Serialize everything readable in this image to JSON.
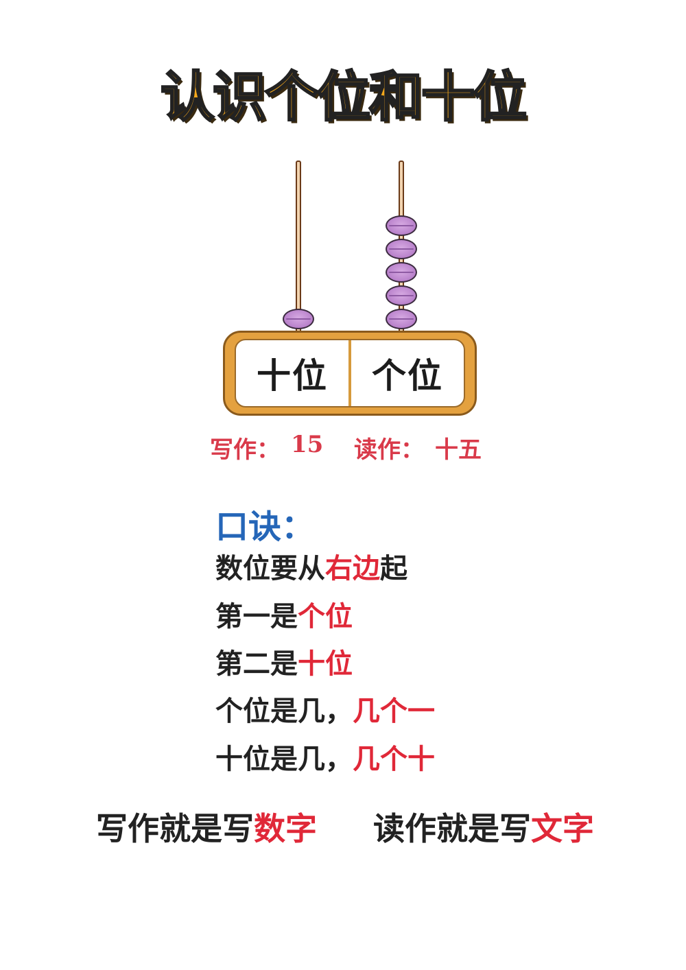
{
  "title": "认识个位和十位",
  "abacus": {
    "tens_beads": 1,
    "ones_beads": 5,
    "bead_color": "#c493d6",
    "rod_color": "#f2d4b0",
    "frame_color": "#e4a13f"
  },
  "place_labels": {
    "tens": "十位",
    "ones": "个位"
  },
  "write_as": {
    "label": "写作：",
    "value": "15"
  },
  "read_as": {
    "label": "读作：",
    "value": "十五"
  },
  "koujue_title": "口诀：",
  "rhymes": [
    {
      "plain": "数位要从",
      "red": "右边",
      "tail": "起"
    },
    {
      "plain": "第一是",
      "red": "个位",
      "tail": ""
    },
    {
      "plain": "第二是",
      "red": "十位",
      "tail": ""
    },
    {
      "plain": "个位是几，",
      "red": "几个一",
      "tail": ""
    },
    {
      "plain": "十位是几，",
      "red": "几个十",
      "tail": ""
    }
  ],
  "bottom_left": {
    "plain": "写作就是写",
    "red": "数字"
  },
  "bottom_right": {
    "plain": "读作就是写",
    "red": "文字"
  }
}
